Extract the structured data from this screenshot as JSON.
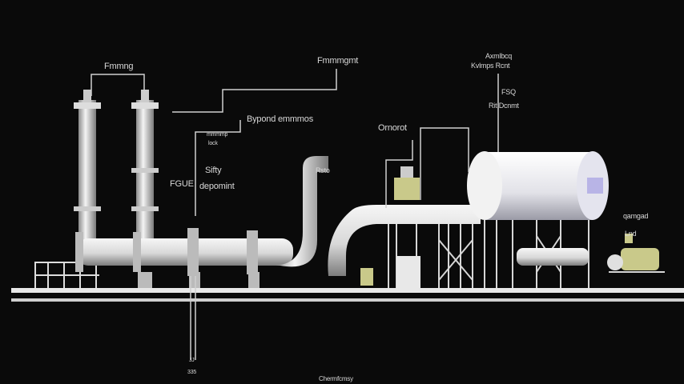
{
  "labels": {
    "column_top": "Fmmng",
    "top_right_line": "Fmmmgmt",
    "bypass": "Bypond emmmos",
    "small_box_1": "mmmmp",
    "small_box_2": "lock",
    "safety": "Sifty",
    "fgue": "FGUE",
    "deposit": "depomint",
    "elbow": "Rsto",
    "dosing": "Ornorot",
    "vent_1": "Axmlbcq",
    "vent_2": "Kvlmps  Rcnt",
    "vent_3": "FSQ",
    "vent_4": "Rit  Dcnmt",
    "pump_1": "qamgad",
    "pump_2": "Lnd",
    "drain_1": "JJ",
    "drain_2": "335",
    "footer": "Chermfcmsy"
  },
  "colors": {
    "background": "#0a0a0a",
    "pipe": "#e6e6e6",
    "accent_yellow": "#c9c98a",
    "vessel_tint": "#b8b4e6"
  }
}
